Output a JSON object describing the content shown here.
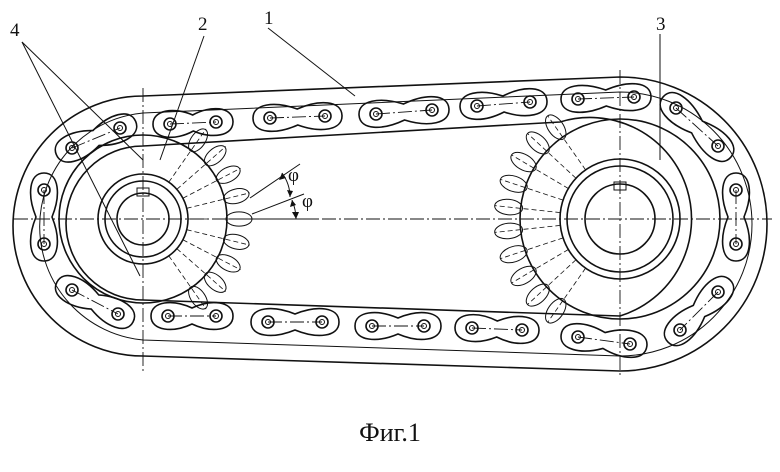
{
  "figure": {
    "caption": "Фиг.1",
    "labels": {
      "chain": "1",
      "left_sprocket": "2",
      "right_sprocket": "3",
      "guides": "4",
      "angle_upper": "φ",
      "angle_lower": "φ"
    },
    "colors": {
      "ink": "#111111",
      "background": "#ffffff"
    }
  }
}
